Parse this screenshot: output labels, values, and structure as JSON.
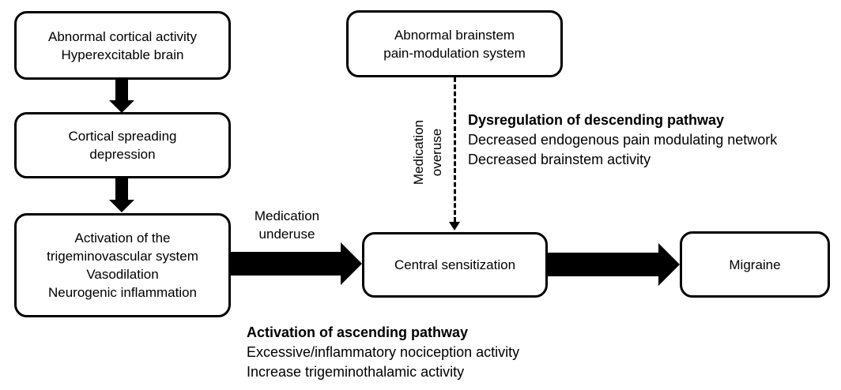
{
  "figure": {
    "background_color": "#ffffff",
    "line_color": "#000000",
    "nodes": {
      "abnormal_cortical": {
        "lines": [
          "Abnormal cortical activity",
          "Hyperexcitable brain"
        ]
      },
      "cortical_spreading": {
        "lines": [
          "Cortical spreading",
          "depression"
        ]
      },
      "trigeminovascular": {
        "lines": [
          "Activation of the",
          "trigeminovascular system",
          "Vasodilation",
          "Neurogenic inflammation"
        ]
      },
      "abnormal_brainstem": {
        "lines": [
          "Abnormal brainstem",
          "pain-modulation system"
        ]
      },
      "central_sensitization": {
        "lines": [
          "Central sensitization"
        ]
      },
      "migraine": {
        "lines": [
          "Migraine"
        ]
      }
    },
    "labels": {
      "medication_underuse": {
        "lines": [
          "Medication",
          "underuse"
        ]
      },
      "medication_overuse": {
        "lines": [
          "Medication",
          "overuse"
        ]
      },
      "descending_pathway": {
        "title": "Dysregulation of descending pathway",
        "lines": [
          "Decreased endogenous pain modulating network",
          "Decreased brainstem activity"
        ]
      },
      "ascending_pathway": {
        "title": "Activation of ascending pathway",
        "lines": [
          "Excessive/inflammatory nociception activity",
          "Increase trigeminothalamic activity"
        ]
      }
    }
  }
}
